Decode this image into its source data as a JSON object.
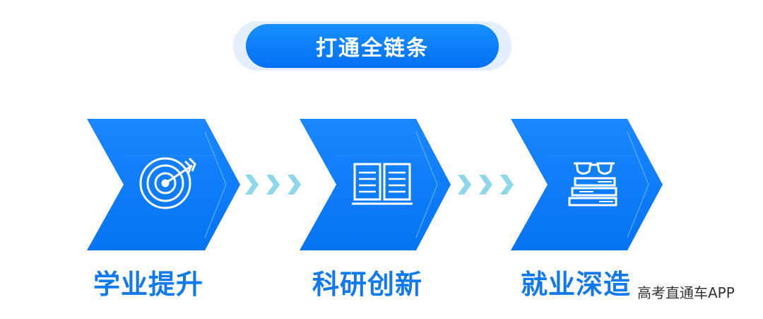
{
  "title": "打通全链条",
  "steps": [
    {
      "label": "学业提升",
      "icon": "target-arrow-icon"
    },
    {
      "label": "科研创新",
      "icon": "open-book-icon"
    },
    {
      "label": "就业深造",
      "icon": "glasses-books-icon"
    }
  ],
  "watermark": "高考直通车APP",
  "colors": {
    "primary": "#0a7cf7",
    "title_glow": "#e3efff",
    "connector": "#8ed6ea",
    "label": "#1079ee"
  }
}
